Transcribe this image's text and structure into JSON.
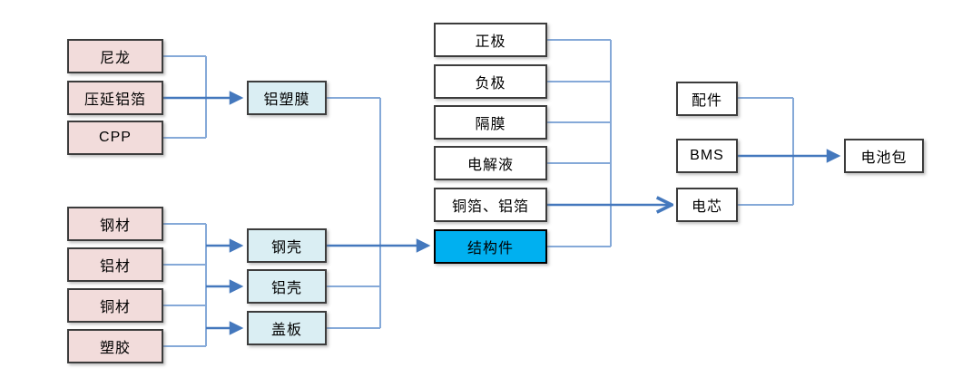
{
  "nodes": {
    "nylon": {
      "label": "尼龙"
    },
    "rolled_al_foil": {
      "label": "压延铝箔"
    },
    "cpp": {
      "label": "CPP"
    },
    "al_plastic_film": {
      "label": "铝塑膜"
    },
    "steel": {
      "label": "钢材"
    },
    "aluminum": {
      "label": "铝材"
    },
    "copper": {
      "label": "铜材"
    },
    "plastic": {
      "label": "塑胶"
    },
    "steel_shell": {
      "label": "钢壳"
    },
    "al_shell": {
      "label": "铝壳"
    },
    "cover_plate": {
      "label": "盖板"
    },
    "cathode": {
      "label": "正极"
    },
    "anode": {
      "label": "负极"
    },
    "separator": {
      "label": "隔膜"
    },
    "electrolyte": {
      "label": "电解液"
    },
    "foils": {
      "label": "铜箔、铝箔"
    },
    "structural_parts": {
      "label": "结构件"
    },
    "accessories": {
      "label": "配件"
    },
    "bms": {
      "label": "BMS"
    },
    "cell": {
      "label": "电芯"
    },
    "battery_pack": {
      "label": "电池包"
    }
  },
  "colors": {
    "raw_material_fill": "#f2dcdb",
    "component_fill": "#daeef3",
    "highlight_fill": "#00b0f0",
    "plain_fill": "#ffffff",
    "box_border": "#3c3c3c",
    "connector_light": "#85a9d8",
    "connector_dark": "#4478bd",
    "text": "#000000"
  }
}
